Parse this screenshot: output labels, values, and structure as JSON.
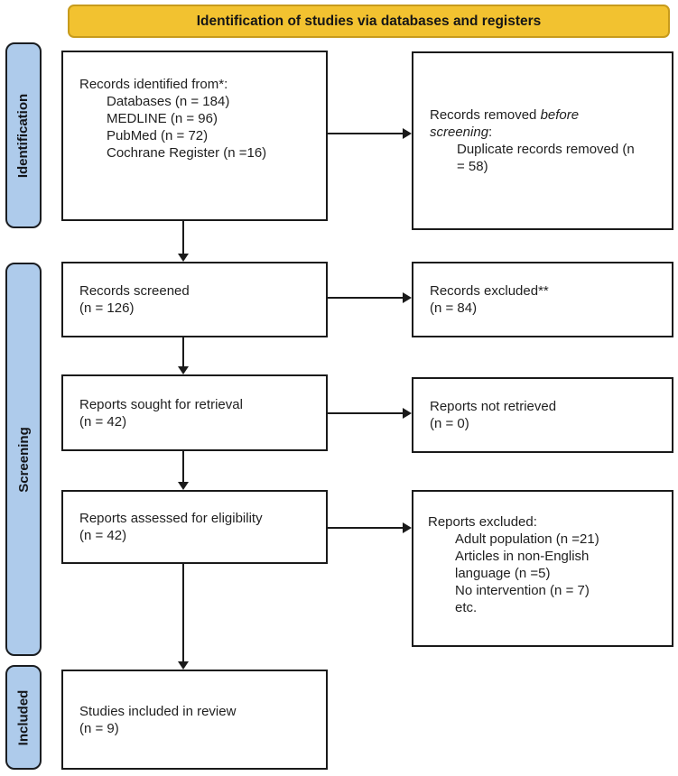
{
  "banner": {
    "label": "Identification of studies via databases and registers"
  },
  "stages": [
    {
      "label": "Identification"
    },
    {
      "label": "Screening"
    },
    {
      "label": "Included"
    }
  ],
  "boxes": {
    "identified": {
      "title": "Records identified from*:",
      "items": [
        "Databases (n = 184)",
        "MEDLINE (n = 96)",
        "PubMed (n = 72)",
        "Cochrane Register (n =16)"
      ]
    },
    "removed": {
      "title_parts": [
        "Records removed ",
        "before screening",
        ":"
      ],
      "items": [
        "Duplicate records removed (n = 58)"
      ]
    },
    "screened": {
      "lines": [
        "Records screened",
        "(n = 126)"
      ]
    },
    "excluded": {
      "lines": [
        "Records excluded**",
        "(n = 84)"
      ]
    },
    "sought": {
      "lines": [
        "Reports sought for retrieval",
        "(n = 42)"
      ]
    },
    "not_retrieved": {
      "lines": [
        "Reports not retrieved",
        "(n = 0)"
      ]
    },
    "assessed": {
      "lines": [
        "Reports assessed for eligibility",
        "(n = 42)"
      ]
    },
    "reports_excluded": {
      "title": "Reports excluded:",
      "items": [
        "Adult population (n =21)",
        "Articles in non-English language (n =5)",
        "No intervention (n = 7)",
        "etc."
      ]
    },
    "included": {
      "lines": [
        "Studies included in review",
        "(n = 9)"
      ]
    }
  },
  "colors": {
    "banner_fill": "#F2C230",
    "banner_border": "#C79B1C",
    "stage_fill": "#AECBEB",
    "stage_border": "#1A1D21",
    "box_fill": "#FFFFFF",
    "box_border": "#1A1A1A",
    "arrow": "#1A1A1A",
    "text": "#1F1F1F"
  }
}
